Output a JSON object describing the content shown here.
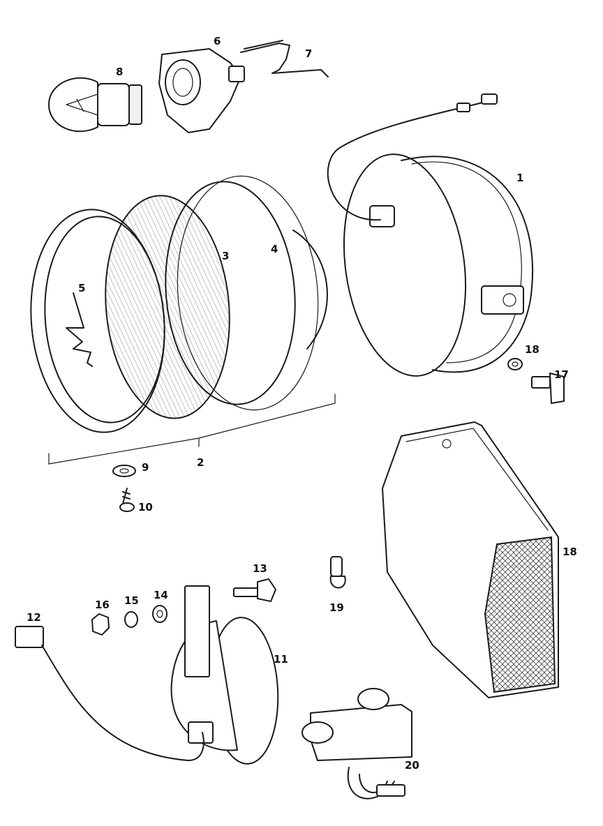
{
  "diagram": {
    "labels": {
      "p1": "1",
      "p2": "2",
      "p3": "3",
      "p4": "4",
      "p5": "5",
      "p6": "6",
      "p7": "7",
      "p8": "8",
      "p9": "9",
      "p10": "10",
      "p11": "11",
      "p12": "12",
      "p13": "13",
      "p14": "14",
      "p15": "15",
      "p16": "16",
      "p17": "17",
      "p18a": "18",
      "p18b": "18",
      "p19": "19",
      "p20": "20"
    }
  }
}
